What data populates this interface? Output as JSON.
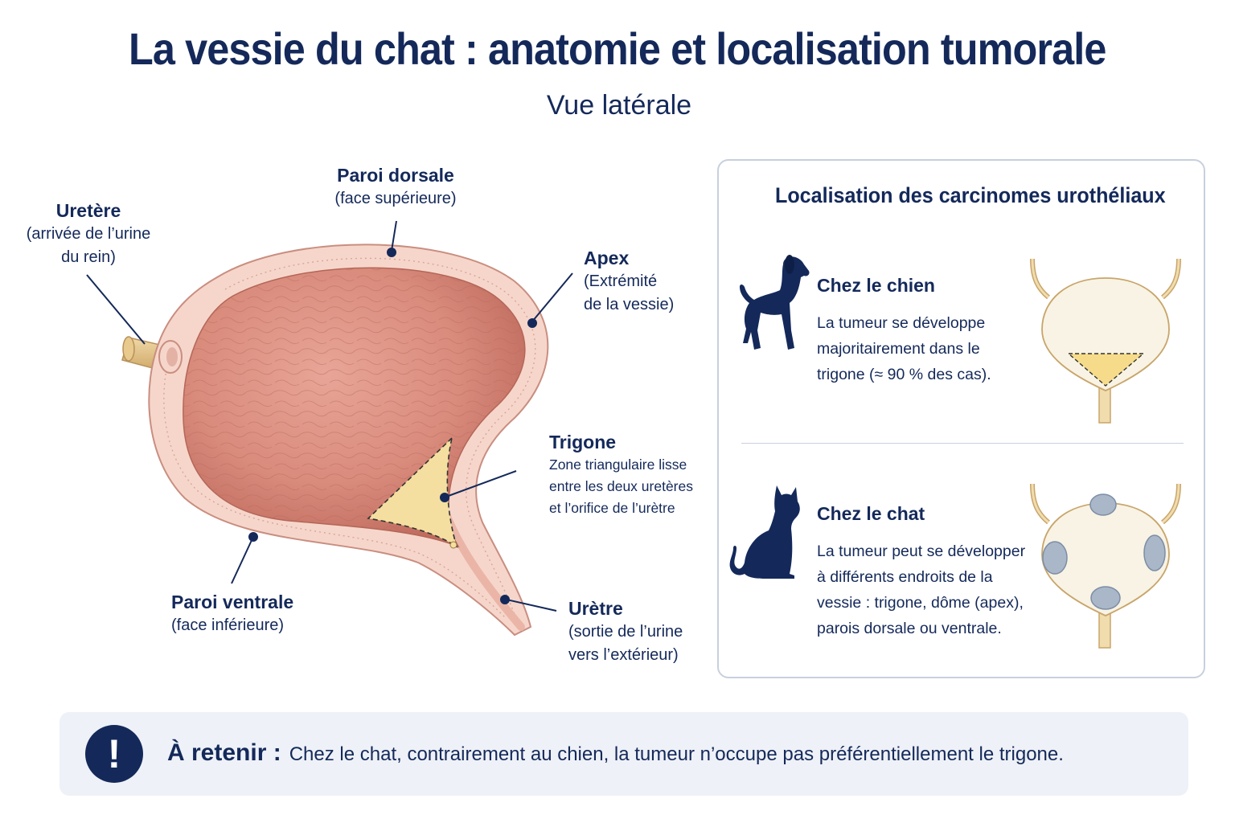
{
  "title": "La vessie du chat : anatomie et localisation tumorale",
  "subtitle": "Vue latérale",
  "labels": {
    "uretere": {
      "title": "Uretère",
      "desc": "(arrivée de l’urine\ndu rein)"
    },
    "paroi_dorsale": {
      "title": "Paroi dorsale",
      "desc": "(face supérieure)"
    },
    "apex": {
      "title": "Apex",
      "desc": "(Extrémité\nde la vessie)"
    },
    "trigone": {
      "title": "Trigone",
      "desc": "Zone triangulaire lisse\nentre les deux uretères\net l’orifice de l’urètre"
    },
    "paroi_ventrale": {
      "title": "Paroi ventrale",
      "desc": "(face inférieure)"
    },
    "uretre": {
      "title": "Urètre",
      "desc": "(sortie de l’urine\nvers l’extérieur)"
    }
  },
  "panel": {
    "title": "Localisation des carcinomes urothéliaux",
    "dog": {
      "name": "Chez le chien",
      "text": "La tumeur se développe\nmajoritairement dans le\ntrigone (≈ 90 % des cas).",
      "icon": "dog-icon"
    },
    "cat": {
      "name": "Chez le chat",
      "text": "La tumeur peut se développer\nà différents endroits de la\nvessie : trigone, dôme (apex),\nparois dorsale ou ventrale.",
      "icon": "cat-icon"
    }
  },
  "callout": {
    "icon_symbol": "!",
    "label": "À retenir :",
    "text": "Chez le chat, contrairement au chien, la tumeur n’occupe pas préférentiellement le trigone."
  },
  "colors": {
    "navy": "#14295a",
    "bladder_wall": "#f3cfc4",
    "mucosa": "#d9887a",
    "trigone": "#f4dfa0",
    "tumor": "#a9b7c8",
    "bladder_schematic": "#f8f3e4"
  }
}
